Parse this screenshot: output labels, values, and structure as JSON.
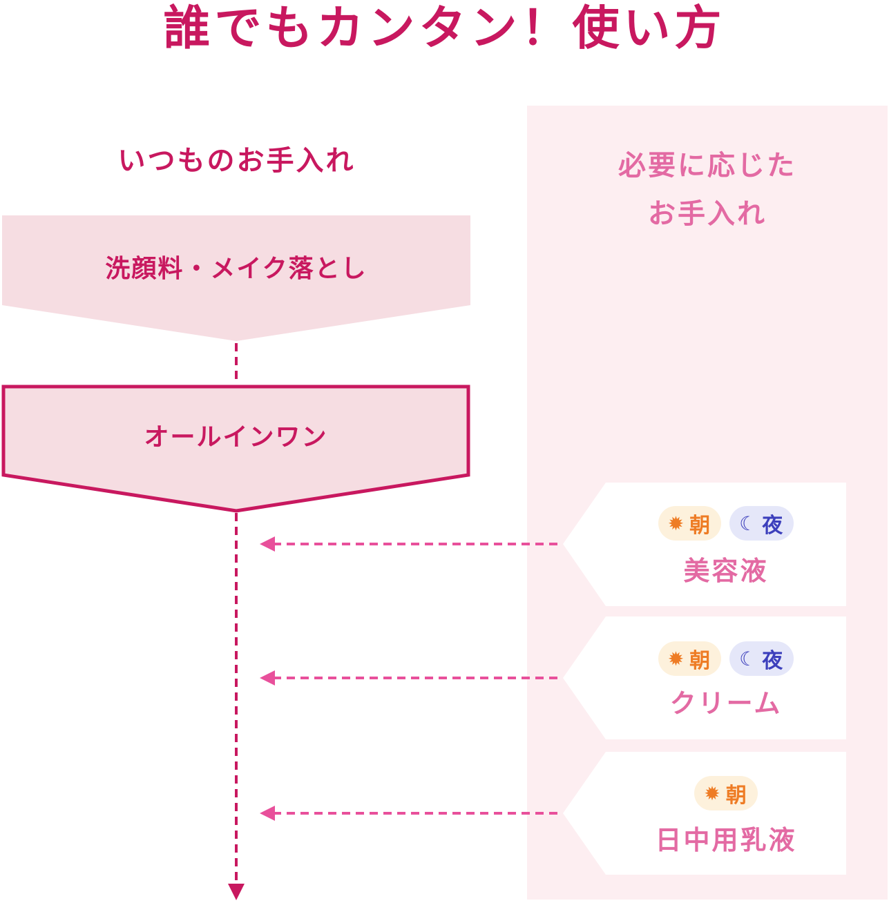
{
  "title": "誰でもカンタン！使い方",
  "columns": {
    "left_header": "いつものお手入れ",
    "right_header_line1": "必要に応じた",
    "right_header_line2": "お手入れ"
  },
  "steps": [
    {
      "label": "洗顔料・メイク落とし"
    },
    {
      "label": "オールインワン"
    }
  ],
  "optional_items": [
    {
      "label": "美容液",
      "morning_label": "朝",
      "night_label": "夜"
    },
    {
      "label": "クリーム",
      "morning_label": "朝",
      "night_label": "夜"
    },
    {
      "label": "日中用乳液",
      "morning_label": "朝"
    }
  ],
  "icons": {
    "morning": "sun-icon",
    "night": "moon-icon"
  },
  "colors": {
    "accent": "#c8185f",
    "pink_light": "#f6dde2",
    "panel_bg": "#fdeef1",
    "arrow_pink": "#e8509b",
    "morning": "#ee7c25",
    "night": "#3c3fbc"
  }
}
